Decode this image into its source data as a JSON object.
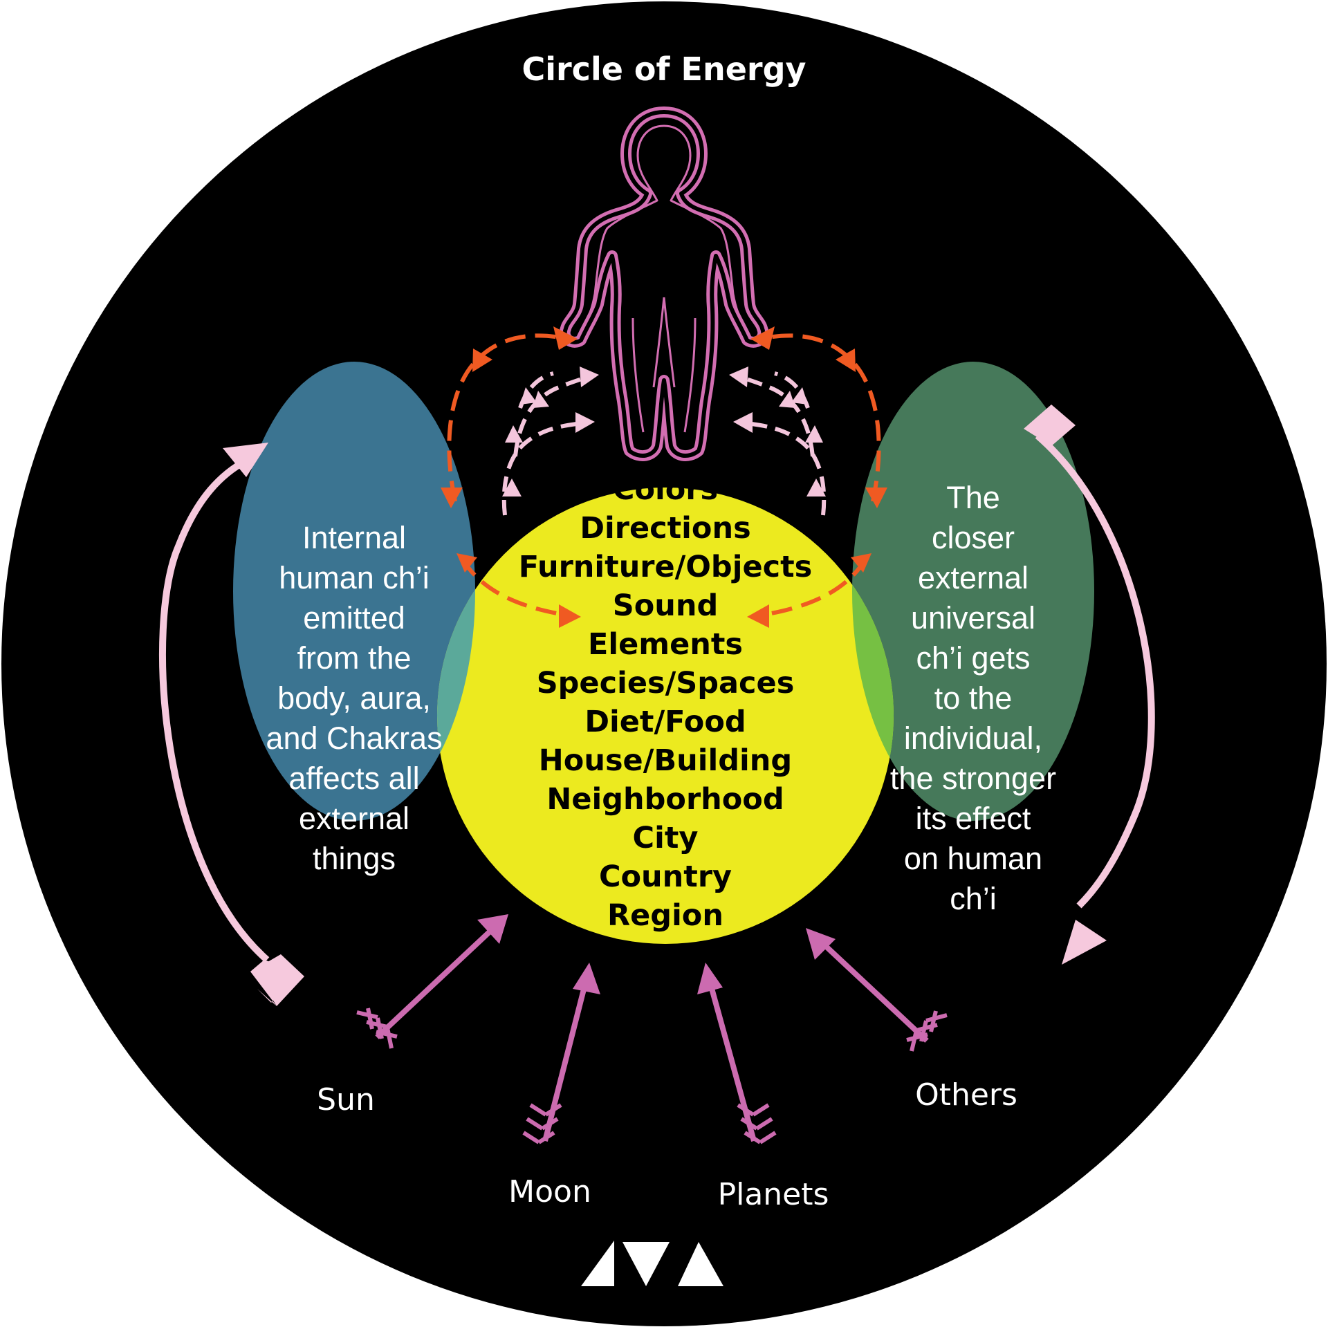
{
  "title": "Circle of Energy",
  "center_items": [
    "Colors",
    "Directions",
    "Furniture/Objects",
    "Sound",
    "Elements",
    "Species/Spaces",
    "Diet/Food",
    "House/Building",
    "Neighborhood",
    "City",
    "Country",
    "Region"
  ],
  "left_text": [
    "Internal",
    "human ch’i",
    "emitted",
    "from the",
    "body, aura,",
    "and Chakras",
    "affects all",
    "external",
    "things"
  ],
  "right_text": [
    "The",
    "closer",
    "external",
    "universal",
    "ch’i gets",
    "to the",
    "individual,",
    "the stronger",
    "its effect",
    "on human",
    "ch’i"
  ],
  "sources": {
    "sun": "Sun",
    "moon": "Moon",
    "planets": "Planets",
    "others": "Others"
  },
  "colors": {
    "background": "#000000",
    "center_circle": "#ecea1f",
    "left_ellipse": "#3b7491",
    "right_ellipse": "#46795a",
    "left_overlap": "#5ba99a",
    "right_overlap": "#76c043",
    "figure": "#d36eb2",
    "orange_arrow": "#f05a22",
    "light_pink_arrow": "#f4c6dc",
    "cycle_arrow": "#f6c9dd",
    "source_arrow": "#cc6bb0"
  },
  "icons": [
    "human-figure-icon",
    "logo-triangles-icon"
  ]
}
